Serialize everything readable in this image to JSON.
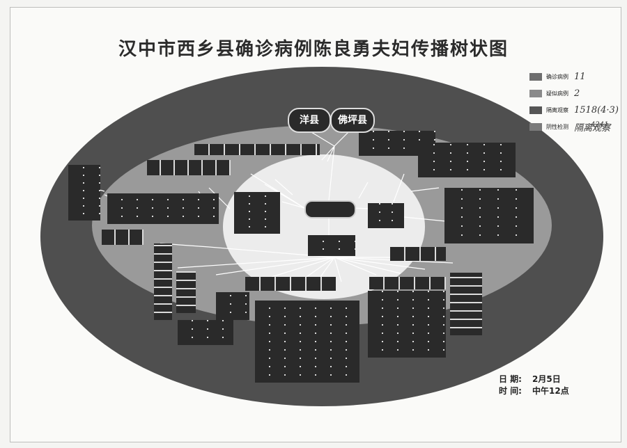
{
  "title": "汉中市西乡县确诊病例陈良勇夫妇传播树状图",
  "counties": [
    "洋县",
    "佛坪县"
  ],
  "legend": [
    {
      "label": "确诊病例",
      "note": "11",
      "color": "#6e6e6e"
    },
    {
      "label": "疑似病例",
      "note": "2",
      "color": "#8a8a8a"
    },
    {
      "label": "隔离观察",
      "note": "1518(4·3)",
      "color": "#555555"
    },
    {
      "label": "阴性检测",
      "note": "隔离观察",
      "color": "#7a7a7a"
    }
  ],
  "legend_extra": "4241",
  "date": {
    "label": "日 期:",
    "value": "2月5日"
  },
  "time": {
    "label": "时 间:",
    "value": "中午12点"
  },
  "colors": {
    "outer": "#4f4f4f",
    "middle": "#9a9a9a",
    "inner": "#ececec",
    "node": "#2a2a2a"
  }
}
